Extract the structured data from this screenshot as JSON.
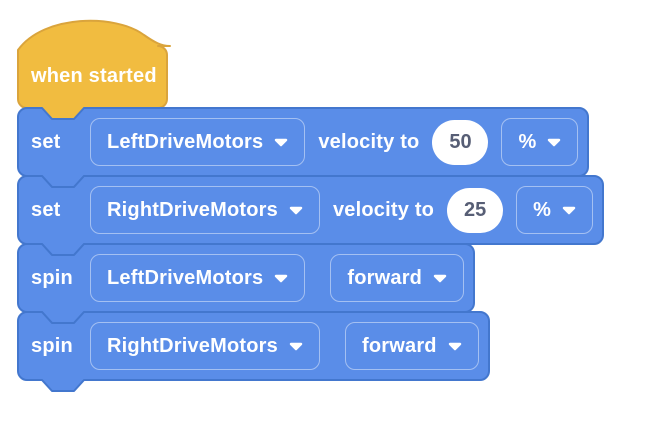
{
  "palette": {
    "event_fill": "#F1BC40",
    "event_border": "#DAA43C",
    "motion_fill": "#5A8DE8",
    "motion_border": "#4377CE",
    "field_border": "rgba(255,255,255,0.45)",
    "input_fill": "#FFFFFF",
    "value_text": "#575E75",
    "label_text": "#FFFFFF"
  },
  "icons": {
    "dropdown_arrow": "dropdown-arrow-icon"
  },
  "script": {
    "hat": {
      "label": "when started"
    },
    "blocks": [
      {
        "keyword": "set",
        "motor": "LeftDriveMotors",
        "mid": "velocity to",
        "value": "50",
        "unit": "%"
      },
      {
        "keyword": "set",
        "motor": "RightDriveMotors",
        "mid": "velocity to",
        "value": "25",
        "unit": "%"
      },
      {
        "keyword": "spin",
        "motor": "LeftDriveMotors",
        "direction": "forward"
      },
      {
        "keyword": "spin",
        "motor": "RightDriveMotors",
        "direction": "forward"
      }
    ]
  }
}
